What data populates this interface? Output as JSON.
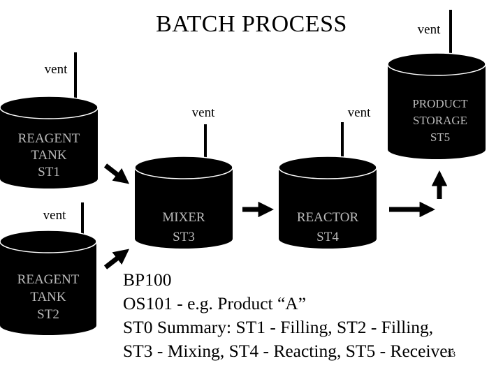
{
  "title": "BATCH PROCESS",
  "vent_label": "vent",
  "units": {
    "st1": {
      "line1": "REAGENT",
      "line2": "TANK",
      "line3": "ST1"
    },
    "st2": {
      "line1": "REAGENT",
      "line2": "TANK",
      "line3": "ST2"
    },
    "st3": {
      "line1": "MIXER",
      "line2": "ST3"
    },
    "st4": {
      "line1": "REACTOR",
      "line2": "ST4"
    },
    "st5": {
      "line1": "PRODUCT",
      "line2": "STORAGE",
      "line3": "ST5"
    }
  },
  "summary": {
    "line1": "BP100",
    "line2": "OS101 - e.g. Product “A”",
    "line3": "ST0 Summary: ST1 - Filling, ST2 - Filling,",
    "line4": "ST3 - Mixing, ST4 - Reacting, ST5 - Receiver"
  },
  "page_number": "33",
  "colors": {
    "tank_fill": "#000000",
    "tank_rim": "#ffffff",
    "tank_text": "#bbbbbb",
    "background": "#ffffff"
  }
}
